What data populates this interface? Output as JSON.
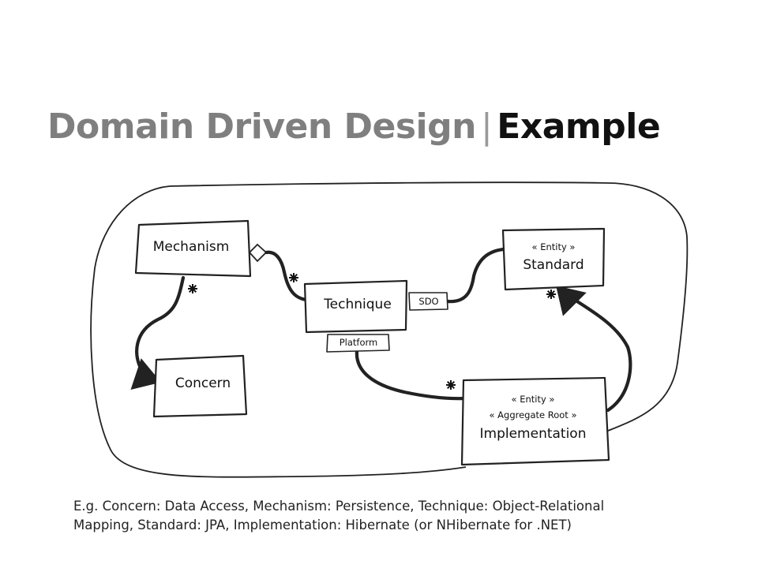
{
  "title": {
    "main": "Domain Driven Design",
    "separator": "|",
    "accent": "Example"
  },
  "diagram": {
    "nodes": {
      "mechanism": {
        "label": "Mechanism"
      },
      "concern": {
        "label": "Concern"
      },
      "technique": {
        "label": "Technique"
      },
      "standard": {
        "stereotype": "« Entity »",
        "label": "Standard"
      },
      "implementation": {
        "stereotypes": [
          "« Entity »",
          "« Aggregate Root »"
        ],
        "label": "Implementation"
      }
    },
    "tags": {
      "sdo": "SDO",
      "platform": "Platform"
    },
    "multiplicity_icon": "asterisk-icon",
    "aggregation_icon": "diamond-icon"
  },
  "caption": {
    "line1": "E.g. Concern: Data Access, Mechanism: Persistence, Technique: Object-Relational",
    "line2": "Mapping, Standard: JPA, Implementation: Hibernate (or NHibernate for .NET)"
  }
}
